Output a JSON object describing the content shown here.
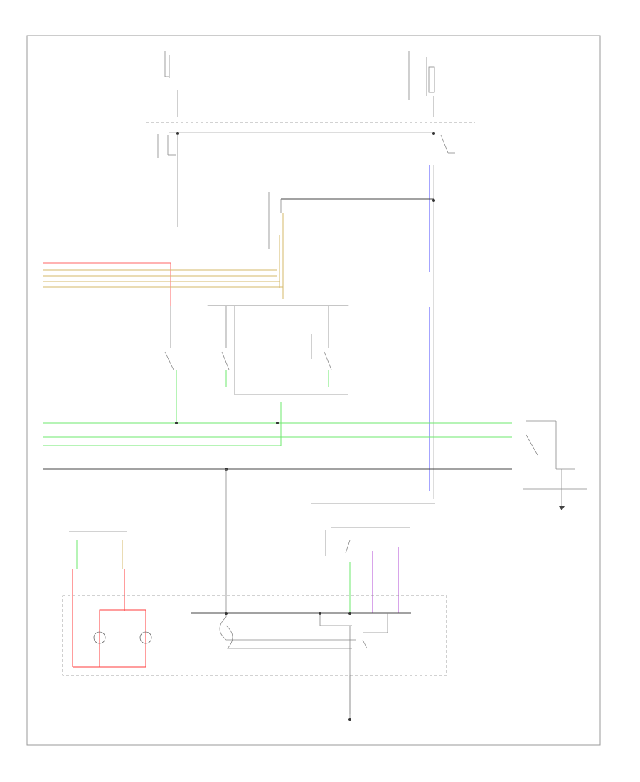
{
  "diagram": {
    "page_id": "",
    "colors": {
      "red": "#ff3b3b",
      "yellow": "#d4b86a",
      "green": "#6ee86e",
      "blue": "#4a4aff",
      "violet": "#b04ad6",
      "black": "#444444",
      "gray": "#bbbbbb"
    },
    "components": [
      {
        "id": "hot-at-all-times-fuse",
        "text": ""
      },
      {
        "id": "hot-in-on-fuse",
        "text": ""
      },
      {
        "id": "fuse-junction-left-1",
        "text": ""
      },
      {
        "id": "fuse-junction-left-2",
        "text": ""
      },
      {
        "id": "fuse-junction-right-1",
        "text": ""
      },
      {
        "id": "fuse-junction-right-2",
        "text": ""
      },
      {
        "id": "fuse-text-top-left",
        "text": ""
      },
      {
        "id": "fuse-text-top-right",
        "text": ""
      },
      {
        "id": "relay-box-right-text",
        "text": ""
      },
      {
        "id": "relay-center-text",
        "text": ""
      },
      {
        "id": "relay-right-mid-text",
        "text": ""
      },
      {
        "id": "splice-right-text",
        "text": ""
      },
      {
        "id": "relay-left-text",
        "text": ""
      },
      {
        "id": "relay-right-text",
        "text": ""
      },
      {
        "id": "switch-upper-right-text",
        "text": ""
      },
      {
        "id": "ground-right-text",
        "text": ""
      },
      {
        "id": "connector-center-text",
        "text": ""
      },
      {
        "id": "gauge-top-text",
        "text": ""
      },
      {
        "id": "gauge-label-text",
        "text": ""
      },
      {
        "id": "control-module-text",
        "text": ""
      },
      {
        "id": "switch-module-text",
        "text": ""
      },
      {
        "id": "ground-bottom-text",
        "text": ""
      }
    ],
    "wire_codes": [
      {
        "id": "w1",
        "text": ""
      },
      {
        "id": "w2",
        "text": ""
      },
      {
        "id": "w3",
        "text": ""
      },
      {
        "id": "w4",
        "text": ""
      },
      {
        "id": "w5",
        "text": ""
      },
      {
        "id": "w6",
        "text": ""
      },
      {
        "id": "w7",
        "text": ""
      },
      {
        "id": "w8",
        "text": ""
      },
      {
        "id": "w9",
        "text": ""
      },
      {
        "id": "w10",
        "text": ""
      },
      {
        "id": "w11",
        "text": ""
      },
      {
        "id": "w12",
        "text": ""
      },
      {
        "id": "w13",
        "text": ""
      },
      {
        "id": "w14",
        "text": ""
      },
      {
        "id": "w15",
        "text": ""
      },
      {
        "id": "w16",
        "text": ""
      },
      {
        "id": "w17",
        "text": ""
      },
      {
        "id": "w18",
        "text": ""
      },
      {
        "id": "w19",
        "text": ""
      },
      {
        "id": "w20",
        "text": ""
      },
      {
        "id": "w21",
        "text": ""
      },
      {
        "id": "w22",
        "text": ""
      },
      {
        "id": "w23",
        "text": ""
      },
      {
        "id": "w24",
        "text": ""
      },
      {
        "id": "w25",
        "text": ""
      },
      {
        "id": "w26",
        "text": ""
      },
      {
        "id": "w27",
        "text": ""
      },
      {
        "id": "w28",
        "text": ""
      },
      {
        "id": "w29",
        "text": ""
      },
      {
        "id": "w30",
        "text": ""
      }
    ],
    "side_markers": [
      {
        "id": "m1",
        "text": ""
      },
      {
        "id": "m2",
        "text": ""
      },
      {
        "id": "m3",
        "text": ""
      },
      {
        "id": "m4",
        "text": ""
      },
      {
        "id": "m5",
        "text": ""
      },
      {
        "id": "m6",
        "text": ""
      },
      {
        "id": "m7",
        "text": ""
      },
      {
        "id": "m8",
        "text": ""
      },
      {
        "id": "m9",
        "text": ""
      }
    ]
  }
}
